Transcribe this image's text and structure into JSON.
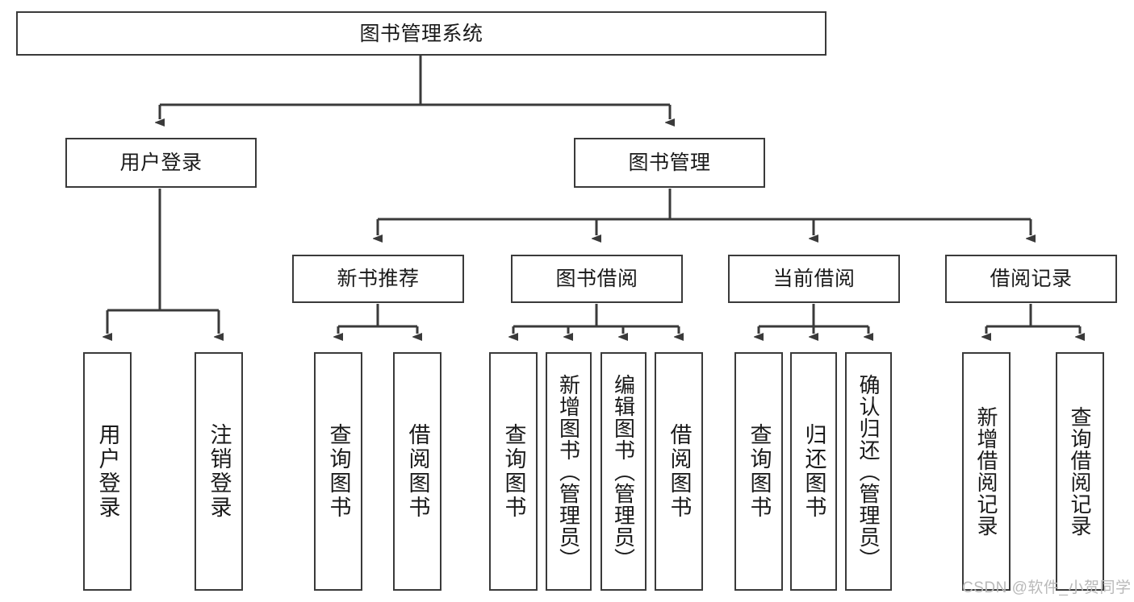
{
  "diagram": {
    "title": "图书管理系统",
    "type": "hierarchy-tree",
    "colors": {
      "box_border": "#3a3a3a",
      "box_fill": "#ffffff",
      "connector": "#3a3a3a",
      "text": "#1a1a1a",
      "watermark": "#b9b9b9",
      "background": "#ffffff"
    },
    "nodes": {
      "root": {
        "label": "图书管理系统"
      },
      "level2": [
        {
          "label": "用户登录"
        },
        {
          "label": "图书管理"
        }
      ],
      "level3": [
        {
          "label": "新书推荐"
        },
        {
          "label": "图书借阅"
        },
        {
          "label": "当前借阅"
        },
        {
          "label": "借阅记录"
        }
      ],
      "leaves": {
        "user_login": [
          {
            "label": "用户登录"
          },
          {
            "label": "注销登录"
          }
        ],
        "new_book_rec": [
          {
            "label": "查询图书"
          },
          {
            "label": "借阅图书"
          }
        ],
        "book_borrow": [
          {
            "label": "查询图书"
          },
          {
            "label": "新增图书（管理员）"
          },
          {
            "label": "编辑图书（管理员）"
          },
          {
            "label": "借阅图书"
          }
        ],
        "current_borrow": [
          {
            "label": "查询图书"
          },
          {
            "label": "归还图书"
          },
          {
            "label": "确认归还（管理员）"
          }
        ],
        "borrow_record": [
          {
            "label": "新增借阅记录"
          },
          {
            "label": "查询借阅记录"
          }
        ]
      }
    },
    "watermark": "CSDN @软件_小贺同学"
  }
}
